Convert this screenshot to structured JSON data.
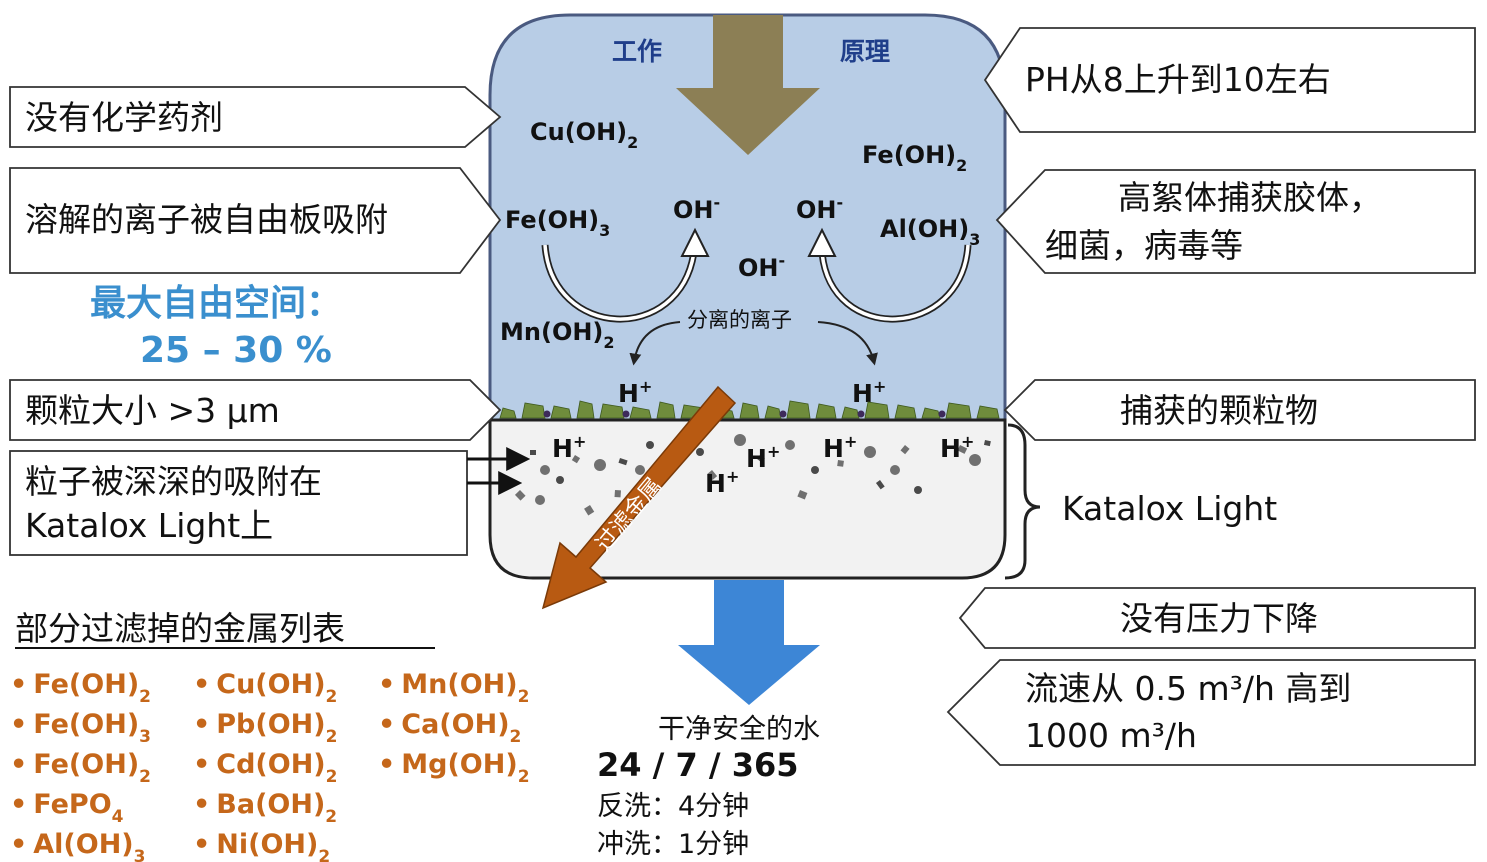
{
  "header": {
    "left_label": "工作",
    "right_label": "原理"
  },
  "left_boxes": {
    "no_chemicals": "没有化学药剂",
    "ions_adsorbed": "溶解的离子被自由板吸附",
    "particle_size": "颗粒大小 >3 μm",
    "deep_adsorb_line1": "粒子被深深的吸附在",
    "deep_adsorb_line2": "Katalox Light上"
  },
  "free_space": {
    "label": "最大自由空间：",
    "value": "25 – 30 %"
  },
  "right_boxes": {
    "ph": "PH从8上升到10左右",
    "floc_line1": "高絮体捕获胶体，",
    "floc_line2": "细菌，病毒等",
    "captured": "捕获的颗粒物",
    "media": "Katalox Light",
    "no_pressure": "没有压力下降",
    "flow_line1": "流速从 0.5  m³/h 高到",
    "flow_line2": "1000 m³/h"
  },
  "tank": {
    "compounds": [
      {
        "main": "Cu(OH)",
        "sub": "2"
      },
      {
        "main": "Fe(OH)",
        "sub": "2"
      },
      {
        "main": "Fe(OH)",
        "sub": "3"
      },
      {
        "main": "Al(OH)",
        "sub": "3"
      },
      {
        "main": "Mn(OH)",
        "sub": "2"
      }
    ],
    "hydroxide": {
      "main": "OH",
      "sup": "-"
    },
    "separated_ions": "分离的离子",
    "hplus": {
      "main": "H",
      "sup": "+"
    },
    "filter_arrow": "过滤金属"
  },
  "metals": {
    "title": "部分过滤掉的金属列表",
    "col1": [
      {
        "main": "Fe(OH)",
        "sub": "2"
      },
      {
        "main": "Fe(OH)",
        "sub": "3"
      },
      {
        "main": "Fe(OH)",
        "sub": "2"
      },
      {
        "main": "FePO",
        "sub": "4"
      },
      {
        "main": "Al(OH)",
        "sub": "3"
      }
    ],
    "col2": [
      {
        "main": "Cu(OH)",
        "sub": "2"
      },
      {
        "main": "Pb(OH)",
        "sub": "2"
      },
      {
        "main": "Cd(OH)",
        "sub": "2"
      },
      {
        "main": "Ba(OH)",
        "sub": "2"
      },
      {
        "main": "Ni(OH)",
        "sub": "2"
      }
    ],
    "col3": [
      {
        "main": "Mn(OH)",
        "sub": "2"
      },
      {
        "main": "Ca(OH)",
        "sub": "2"
      },
      {
        "main": "Mg(OH)",
        "sub": "2"
      }
    ]
  },
  "output": {
    "clean_water": "干净安全的水",
    "schedule": "24 / 7 / 365",
    "backwash": "反洗：4分钟",
    "rinse": "冲洗：1分钟"
  },
  "colors": {
    "tank_fill": "#b8cde6",
    "media_fill": "#f2f2f2",
    "inflow_arrow": "#8c7f55",
    "outflow_arrow": "#3d86d6",
    "filter_arrow": "#b85a12",
    "green_particles": "#6f8c3c",
    "metal_text": "#c5671a",
    "free_space_text": "#3a8fce"
  },
  "icons": {
    "bullet": "•",
    "pointer_arrow": "arrow-right-icon",
    "brace": "curly-brace-icon"
  }
}
